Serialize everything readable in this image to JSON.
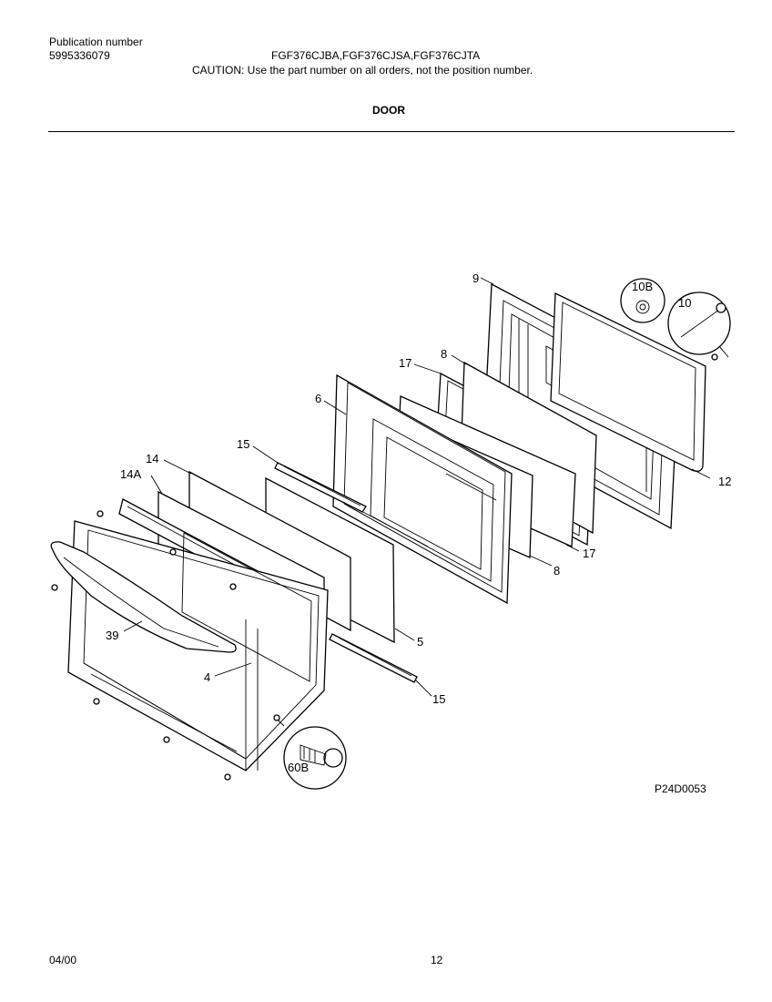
{
  "header": {
    "publication_label": "Publication number",
    "publication_number": "5995336079",
    "models": "FGF376CJBA,FGF376CJSA,FGF376CJTA",
    "caution": "CAUTION:  Use the part number on all orders, not the position number.",
    "section_title": "DOOR"
  },
  "callouts": {
    "p9": "9",
    "p10b": "10B",
    "p10": "10",
    "p17_top": "17",
    "p8_top": "8",
    "p6": "6",
    "p12": "12",
    "p15_top": "15",
    "p14": "14",
    "p14a": "14A",
    "p39": "39",
    "p4": "4",
    "p5": "5",
    "p17_bottom": "17",
    "p8_bottom": "8",
    "p15_bottom": "15",
    "p60b": "60B"
  },
  "footer": {
    "drawing_id": "P24D0053",
    "date": "04/00",
    "page_number": "12"
  }
}
